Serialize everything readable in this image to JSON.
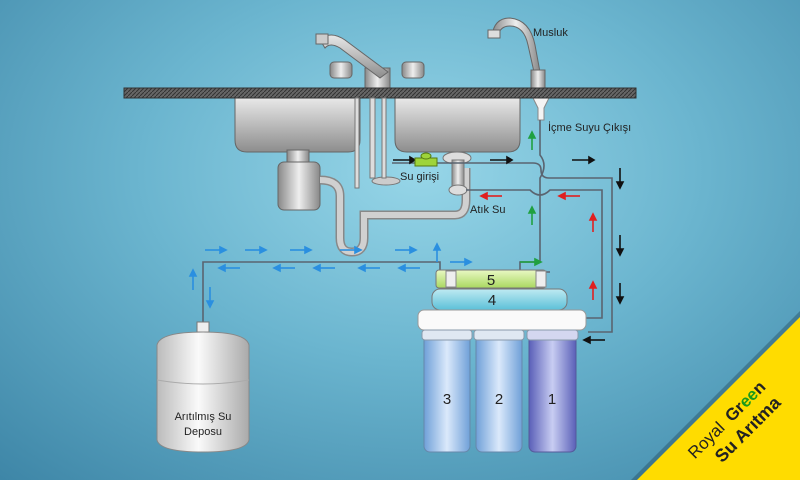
{
  "labels": {
    "faucet": "Musluk",
    "drinking_outlet": "İçme Suyu Çıkışı",
    "water_inlet": "Su girişi",
    "waste_water": "Atık Su",
    "tank_line1": "Arıtılmış Su",
    "tank_line2": "Deposu"
  },
  "filters": [
    "1",
    "2",
    "3",
    "4",
    "5"
  ],
  "brand": {
    "royal": "Royal",
    "green_a": "Gr",
    "green_b": "ee",
    "green_c": "n",
    "line2": "Su Arıtma"
  },
  "colors": {
    "banner": "#ffdc00",
    "arrow_blue": "#2a8fe0",
    "arrow_red": "#e02020",
    "arrow_green": "#20a040",
    "arrow_black": "#111111"
  }
}
